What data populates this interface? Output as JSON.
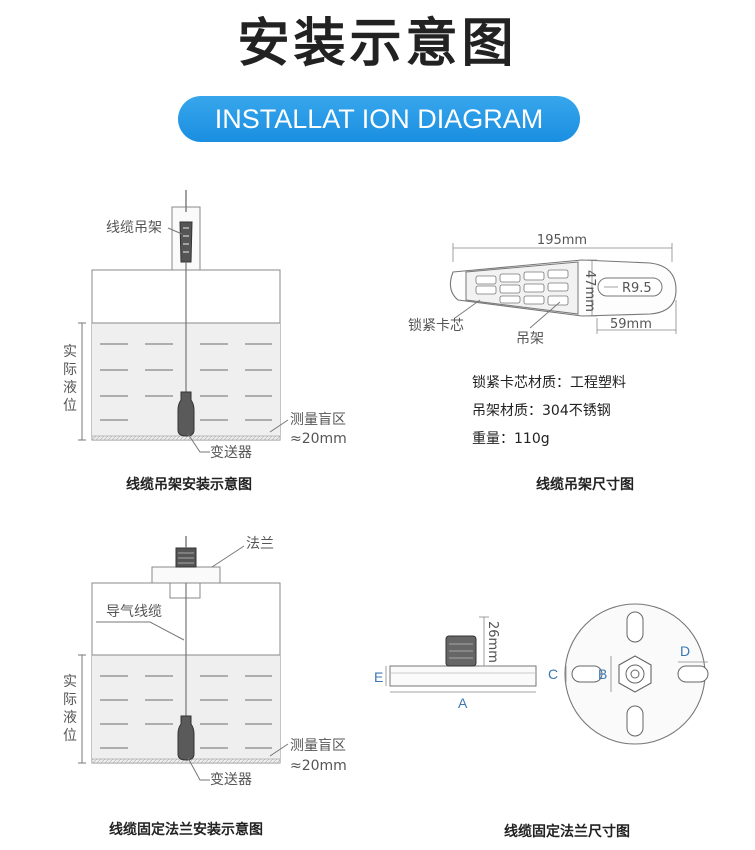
{
  "page": {
    "title": "安装示意图",
    "subtitle": "INSTALLAT ION DIAGRAM"
  },
  "diagram1": {
    "hanger_label": "线缆吊架",
    "level_label": [
      "实",
      "际",
      "液",
      "位"
    ],
    "blind_label": "测量盲区",
    "blind_value": "≈20mm",
    "transmitter_label": "变送器",
    "caption": "线缆吊架安装示意图"
  },
  "diagram2": {
    "dim_length": "195mm",
    "dim_height": "47mm",
    "dim_radius": "R9.5",
    "dim_end": "59mm",
    "lock_label": "锁紧卡芯",
    "hanger_label": "吊架",
    "specs": [
      "锁紧卡芯材质：工程塑料",
      "吊架材质：304不锈钢",
      "重量：110g"
    ],
    "caption": "线缆吊架尺寸图"
  },
  "diagram3": {
    "flange_label": "法兰",
    "cable_label": "导气线缆",
    "level_label": [
      "实",
      "际",
      "液",
      "位"
    ],
    "blind_label": "测量盲区",
    "blind_value": "≈20mm",
    "transmitter_label": "变送器",
    "caption": "线缆固定法兰安装示意图"
  },
  "diagram4": {
    "dim_height": "26mm",
    "label_e": "E",
    "label_a": "A",
    "label_c": "C",
    "label_b": "B",
    "label_d": "D",
    "caption": "线缆固定法兰尺寸图"
  },
  "colors": {
    "accent": "#1a8ee0",
    "line": "#777777",
    "liquid": "#eeeeee",
    "dim_blue": "#3a78b5"
  }
}
